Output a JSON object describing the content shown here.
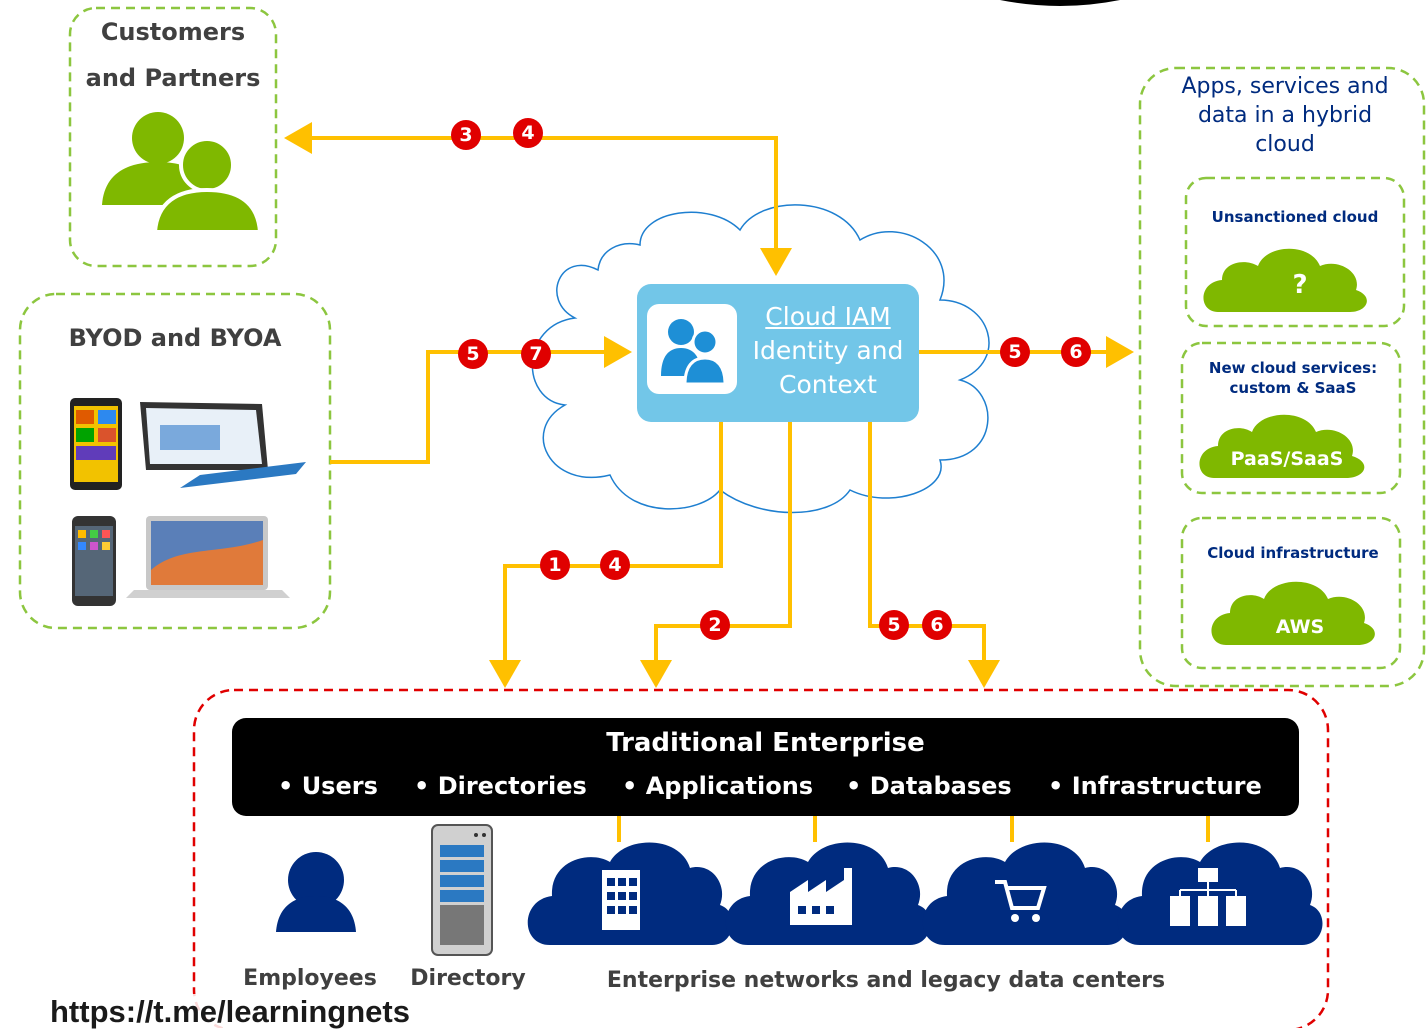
{
  "customers": {
    "line1": "Customers",
    "line2": "and Partners"
  },
  "byod": {
    "title": "BYOD and BYOA"
  },
  "hybrid": {
    "line1": "Apps, services and",
    "line2": "data in a hybrid",
    "line3": "cloud",
    "unsanctioned": {
      "title": "Unsanctioned cloud",
      "cloud_text": "?"
    },
    "new_services": {
      "line1": "New cloud services:",
      "line2": "custom & SaaS",
      "cloud_text": "PaaS/SaaS"
    },
    "infrastructure": {
      "title": "Cloud infrastructure",
      "cloud_text": "AWS"
    }
  },
  "iam": {
    "line1": "Cloud IAM",
    "line2": "Identity and",
    "line3": "Context"
  },
  "badges": {
    "customers_a": "3",
    "customers_b": "4",
    "byod_a": "5",
    "byod_b": "7",
    "hybrid_a": "5",
    "hybrid_b": "6",
    "emp_a": "1",
    "emp_b": "4",
    "dir_a": "2",
    "ent_a": "5",
    "ent_b": "6"
  },
  "enterprise": {
    "title": "Traditional Enterprise",
    "bullets": [
      "• Users",
      "• Directories",
      "• Applications",
      "• Databases",
      "• Infrastructure"
    ],
    "employees": "Employees",
    "directory": "Directory",
    "networks": "Enterprise networks and legacy data centers"
  },
  "watermark": "https://t.me/learningnets",
  "colors": {
    "green": "#7fb800",
    "green_dash": "#8cc63f",
    "arrow": "#ffc000",
    "badge": "#e00000",
    "red_dash": "#e00000",
    "navy": "#002b7f",
    "iam_blue": "#72c6e8",
    "cloud_outline": "#1e7fd0"
  }
}
